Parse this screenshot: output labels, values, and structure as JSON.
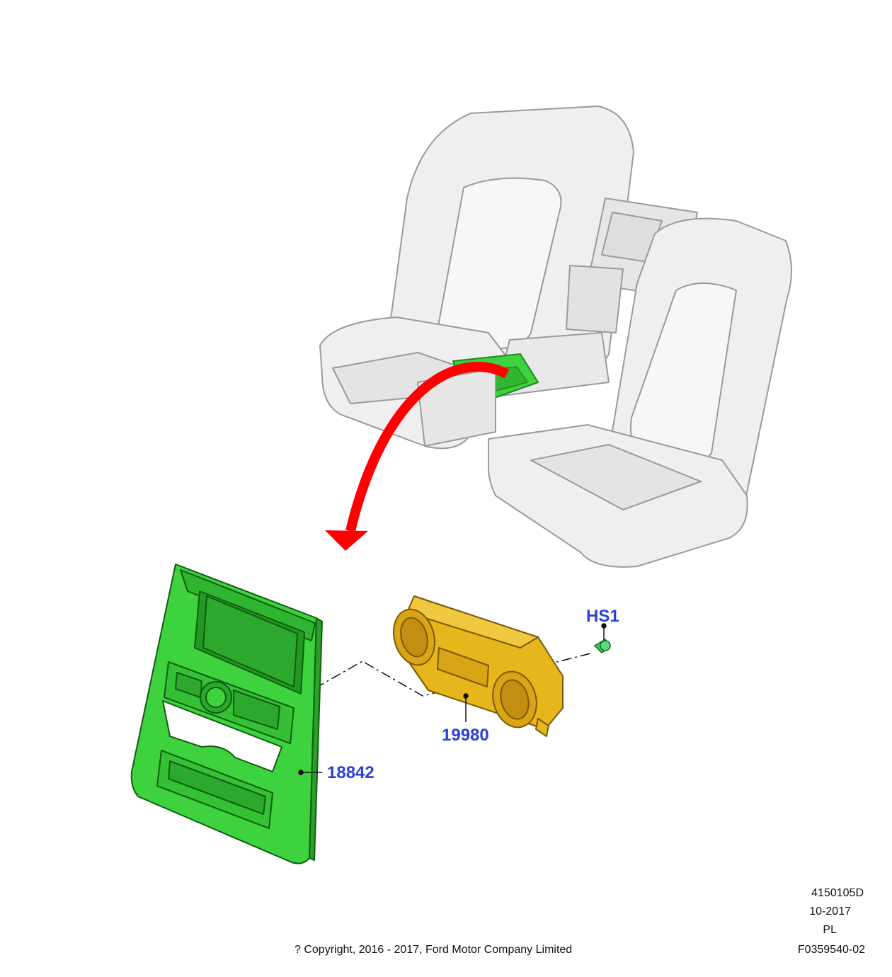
{
  "callouts": {
    "hs1": "HS1",
    "part_19980": "19980",
    "part_18842": "18842"
  },
  "footer": {
    "drawing_number": "4150105D",
    "date": "10-2017",
    "lang": "PL",
    "figure_id": "F0359540-02",
    "copyright": "? Copyright, 2016 - 2017, Ford Motor Company Limited"
  },
  "colors": {
    "seat": "#efefef",
    "seat_line": "#9a9a9a",
    "highlight_green": "#3ed23e",
    "module_yellow": "#e7b51c",
    "arrow_red": "#ff0000",
    "callout_blue": "#2b3fd6"
  }
}
